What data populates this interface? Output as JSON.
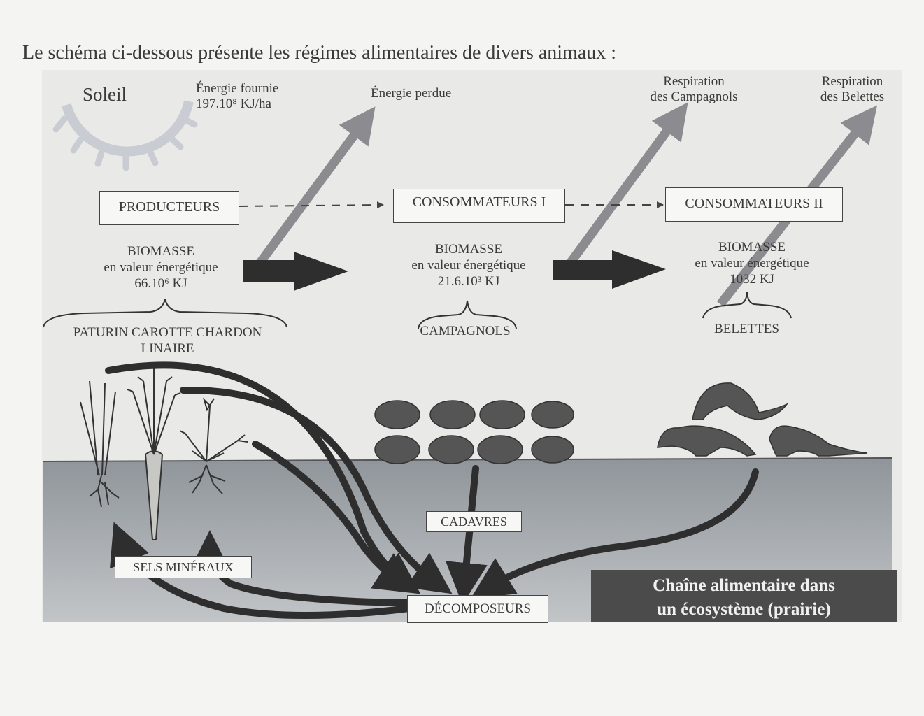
{
  "heading": "Le schéma ci-dessous présente les régimes alimentaires de divers animaux :",
  "sun": {
    "label": "Soleil",
    "energy_line1": "Énergie fournie",
    "energy_line2": "197.10⁸ KJ/ha"
  },
  "energy_lost": "Énergie perdue",
  "respiration_campagnols": {
    "line1": "Respiration",
    "line2": "des Campagnols"
  },
  "respiration_belettes": {
    "line1": "Respiration",
    "line2": "des Belettes"
  },
  "levels": {
    "producteurs": "PRODUCTEURS",
    "consommateurs1": "CONSOMMATEURS I",
    "consommateurs2": "CONSOMMATEURS II"
  },
  "biomass": {
    "producteurs": {
      "line1": "BIOMASSE",
      "line2": "en valeur énergétique",
      "line3": "66.10⁶ KJ"
    },
    "consommateurs1": {
      "line1": "BIOMASSE",
      "line2": "en valeur énergétique",
      "line3": "21.6.10³ KJ"
    },
    "consommateurs2": {
      "line1": "BIOMASSE",
      "line2": "en valeur énergétique",
      "line3": "1032 KJ"
    }
  },
  "groups": {
    "plants_line1": "PATURIN CAROTTE CHARDON",
    "plants_line2": "LINAIRE",
    "campagnols": "CAMPAGNOLS",
    "belettes": "BELETTES"
  },
  "cadavres": "CADAVRES",
  "sels_mineraux": "SELS MINÉRAUX",
  "decomposeurs": "DÉCOMPOSEURS",
  "title_plate": {
    "line1": "Chaîne alimentaire dans",
    "line2": "un écosystème (prairie)"
  }
}
